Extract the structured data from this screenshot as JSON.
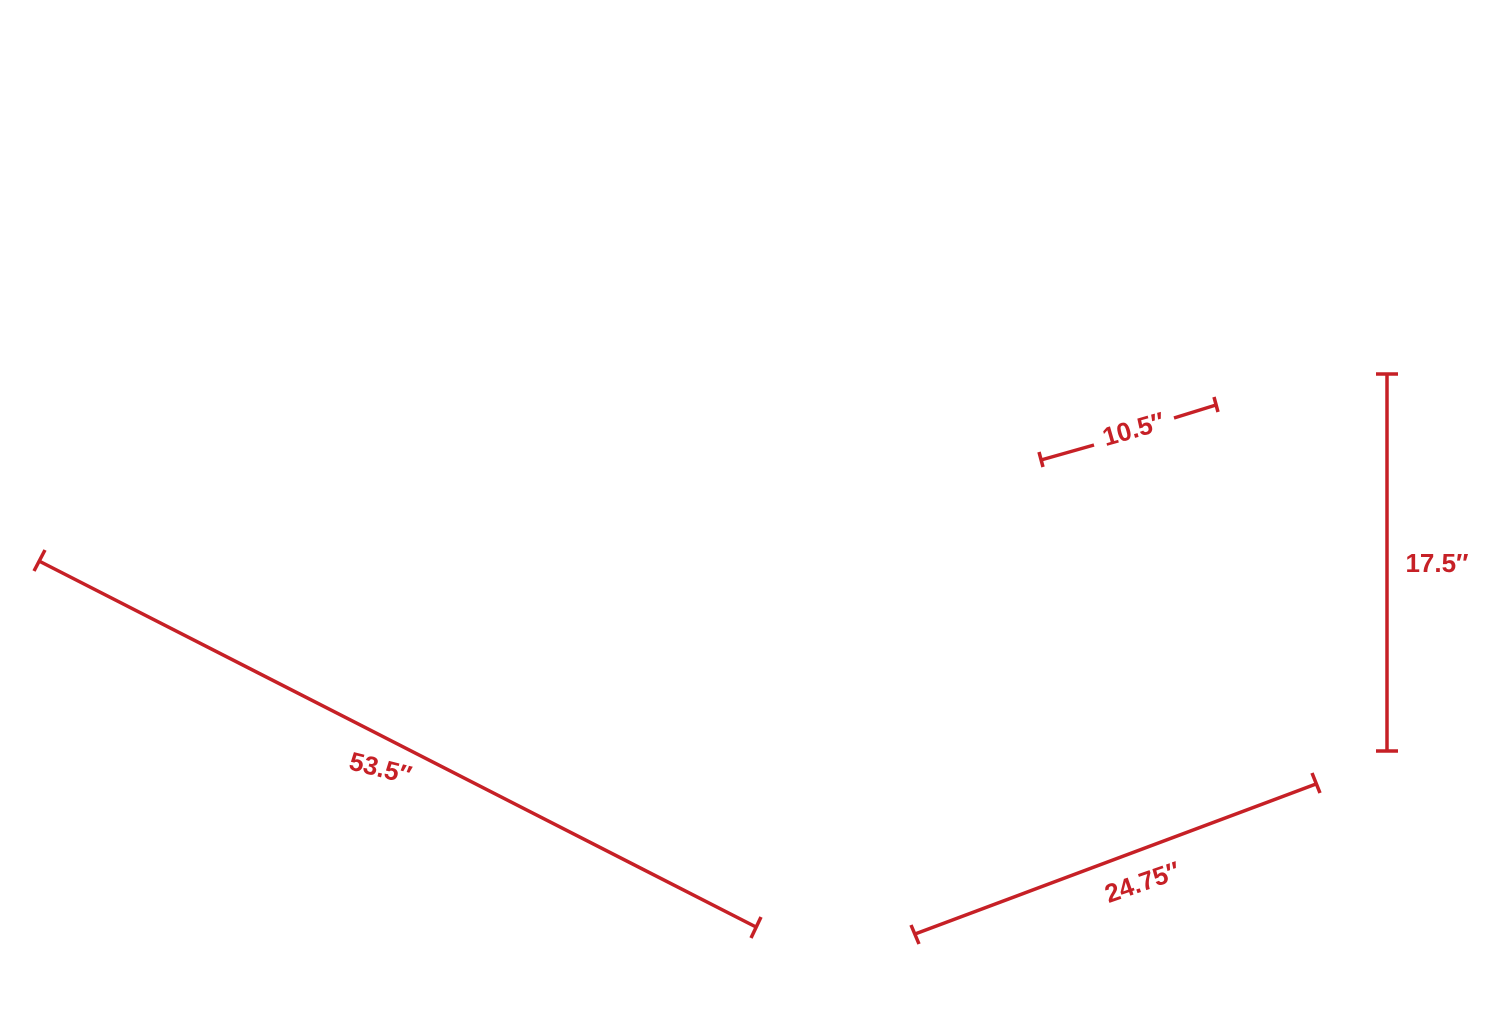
{
  "colors": {
    "accent": "#c62026",
    "background": "#ffffff"
  },
  "dimensions": {
    "length": {
      "label": "53.5′′"
    },
    "depth": {
      "label": "24.75′′"
    },
    "height": {
      "label": "17.5′′"
    },
    "drawer": {
      "label": "10.5′′"
    }
  }
}
